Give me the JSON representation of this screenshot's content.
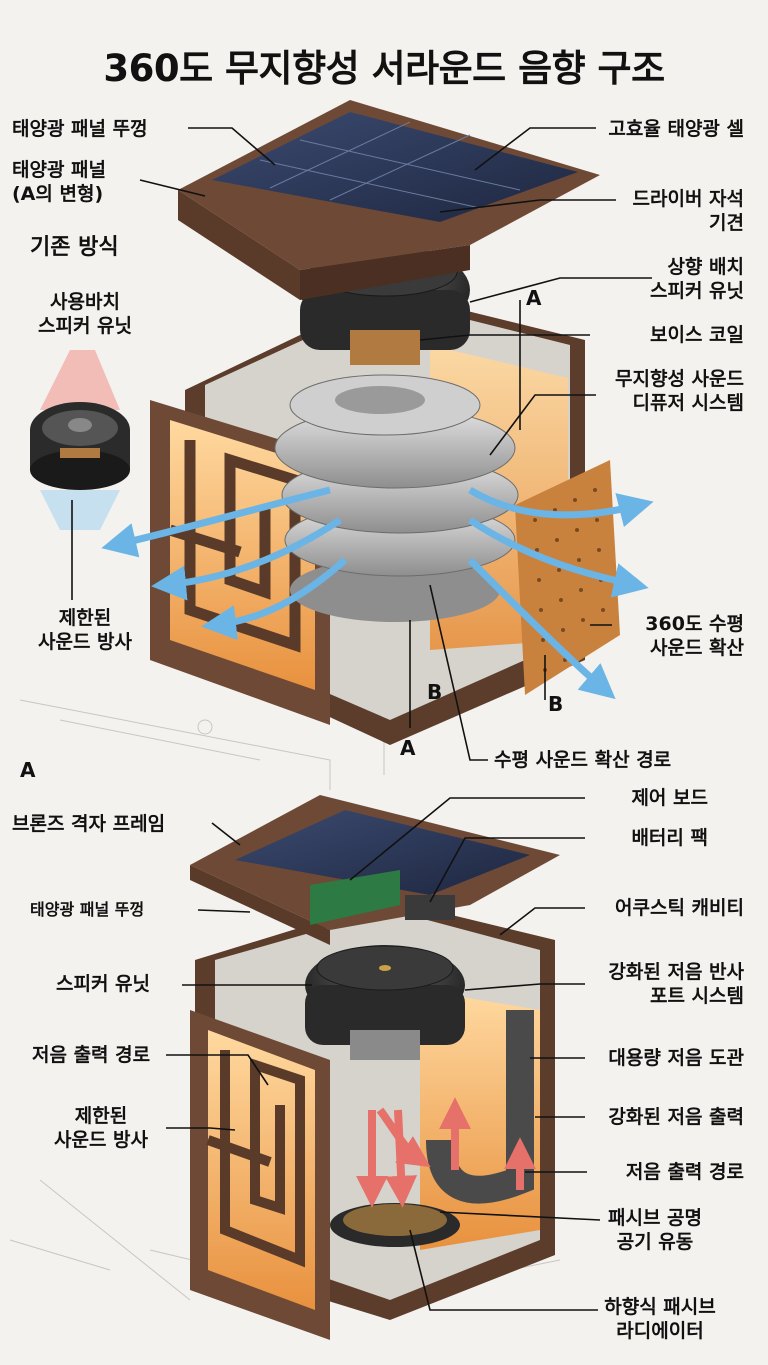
{
  "title": "360도 무지향성 서라운드 음향 구조",
  "top_section": {
    "left_labels": {
      "solar_lid": "태양광 패널 뚜껑",
      "solar_panel_variant": "태양광 패널\n(A의 변형)",
      "conventional_method": "기존 방식",
      "upward_speaker": "사용바치\n스피커 유닛",
      "limited_radiation": "제한된\n사운드 방사"
    },
    "right_labels": {
      "high_eff_cell": "고효율 태양광 셀",
      "driver_magnet": "드라이버 자석\n기견",
      "upward_unit": "상향 배치\n스피커 유닛",
      "voice_coil": "보이스 코일",
      "omni_diffuser": "무지향성 사운드\n디퓨저 시스템",
      "horizontal_spread": "360도 수평\n사운드 확산"
    },
    "bottom_label": "수평 사운드 확산 경로",
    "markers": {
      "a_right": "A",
      "a_bottom": "A",
      "b_left": "B",
      "b_right": "B",
      "section": "A"
    }
  },
  "bottom_section": {
    "left_labels": {
      "bronze_frame": "브론즈 격자 프레임",
      "solar_lid": "태양광 패널 뚜껑",
      "speaker_unit": "스피커 유닛",
      "bass_path": "저음 출력 경로",
      "limited_radiation": "제한된\n사운드 방사"
    },
    "right_labels": {
      "control_board": "제어 보드",
      "battery": "배터리 팩",
      "cavity": "어쿠스틱 캐비티",
      "reflex_port": "강화된 저음 반사\n포트 시스템",
      "bass_tube": "대용량 저음 도관",
      "enhanced_bass": "강화된 저음 출력",
      "bass_path": "저음 출력 경로",
      "passive_air": "패시브 공명\n공기 유동",
      "passive_radiator": "하향식 패시브\n라디에이터"
    }
  },
  "colors": {
    "bronze": "#6e4a36",
    "panel": "#2b3550",
    "glow": "#f0a650",
    "sound_arrow": "#6ab4e6",
    "bass_arrow": "#e6706a"
  }
}
